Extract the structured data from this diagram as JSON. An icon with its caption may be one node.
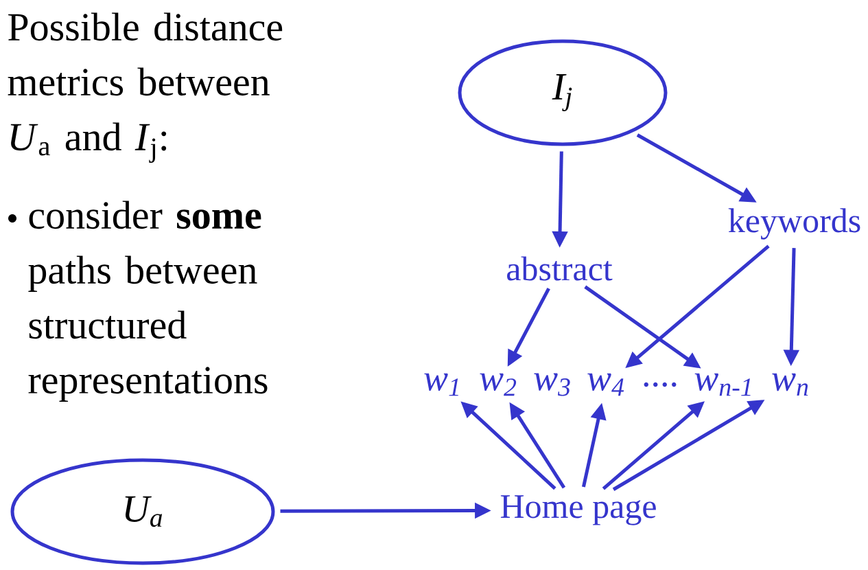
{
  "diagram": {
    "nodes": [
      {
        "text": [
          "I$_{j}$"
        ]
      },
      {
        "text": [
          "keywords"
        ]
      },
      {
        "text": [
          "abstract"
        ]
      },
      {
        "text": [
          "w$_{1}$"
        ]
      },
      {
        "text": [
          "w$_{2}$"
        ]
      },
      {
        "text": [
          "w$_{3}$"
        ]
      },
      {
        "text": [
          "w$_{4}$"
        ]
      },
      {
        "text": [
          "w$_{n-1}$"
        ]
      },
      {
        "text": [
          "w$_{n}$"
        ]
      },
      {
        "text": [
          "Home page"
        ]
      },
      {
        "text": [
          "U$_{a}$"
        ]
      }
    ],
    "edges": [
      {
        "from": 0,
        "to": 2,
        "arrow": "to"
      },
      {
        "from": 0,
        "to": 1,
        "arrow": "to"
      },
      {
        "from": 2,
        "to": 4,
        "arrow": "to"
      },
      {
        "from": 2,
        "to": 7,
        "arrow": "to"
      },
      {
        "from": 1,
        "to": 6,
        "arrow": "to"
      },
      {
        "from": 1,
        "to": 8,
        "arrow": "to"
      },
      {
        "from": 9,
        "to": 3,
        "arrow": "to"
      },
      {
        "from": 9,
        "to": 4,
        "arrow": "to"
      },
      {
        "from": 9,
        "to": 6,
        "arrow": "to"
      },
      {
        "from": 9,
        "to": 7,
        "arrow": "to"
      },
      {
        "from": 9,
        "to": 8,
        "arrow": "to"
      },
      {
        "from": 10,
        "to": 9,
        "arrow": "to"
      }
    ],
    "labels": [
      "Possible distance metrics between *U*$_{a}$ and *I*$_{j}$:",
      "consider **some** paths between structured representations",
      "...."
    ]
  }
}
